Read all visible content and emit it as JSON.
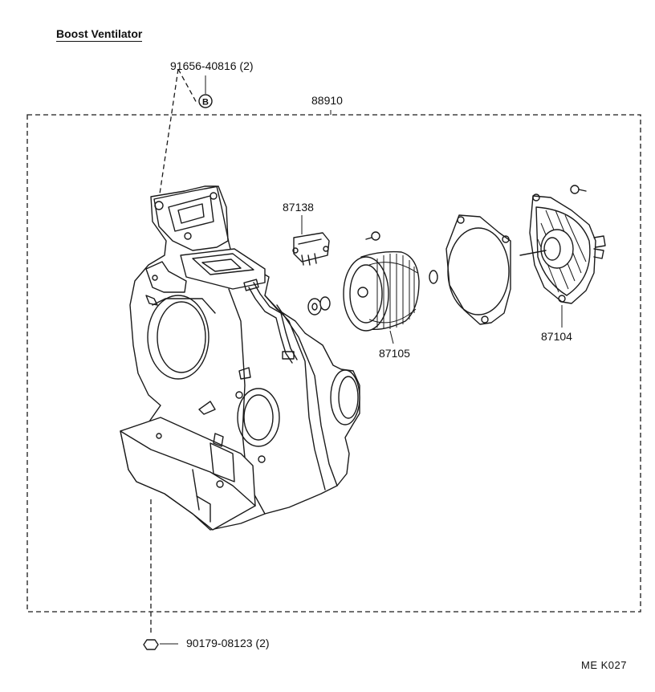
{
  "title": "Boost Ventilator",
  "parts": {
    "assembly": "88910",
    "bolt_top": "91656-40816 (2)",
    "bolt_top_marker": "B",
    "resistor": "87138",
    "fan": "87105",
    "motor": "87104",
    "nut_bottom": "90179-08123 (2)"
  },
  "diagram_code": "ME  K027"
}
